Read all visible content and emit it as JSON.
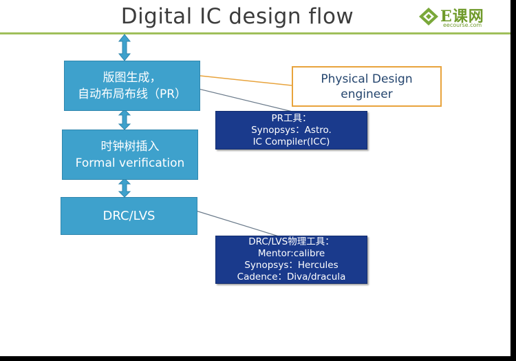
{
  "title": "Digital IC design flow",
  "logo": {
    "brand": "E课网",
    "domain": "eecourse.com"
  },
  "flow": {
    "pr_box": [
      "版图生成，",
      "自动布局布线（PR）"
    ],
    "clock_box": [
      "时钟树插入",
      "Formal verification"
    ],
    "drc_box": [
      "DRC/LVS"
    ]
  },
  "role_box": [
    "Physical Design",
    "engineer"
  ],
  "tools": {
    "pr": [
      "PR工具：",
      "Synopsys：Astro.",
      "IC Compiler(ICC)"
    ],
    "drc": [
      "DRC/LVS物理工具：",
      "Mentor:calibre",
      "Synopsys：Hercules",
      "Cadence：Diva/dracula"
    ]
  },
  "colors": {
    "flow_box": "#3ea1cc",
    "tool_box": "#1a3a8c",
    "role_border": "#e8a33c",
    "title_rule": "#9fbf5a",
    "arrow": "#3ea1cc"
  }
}
